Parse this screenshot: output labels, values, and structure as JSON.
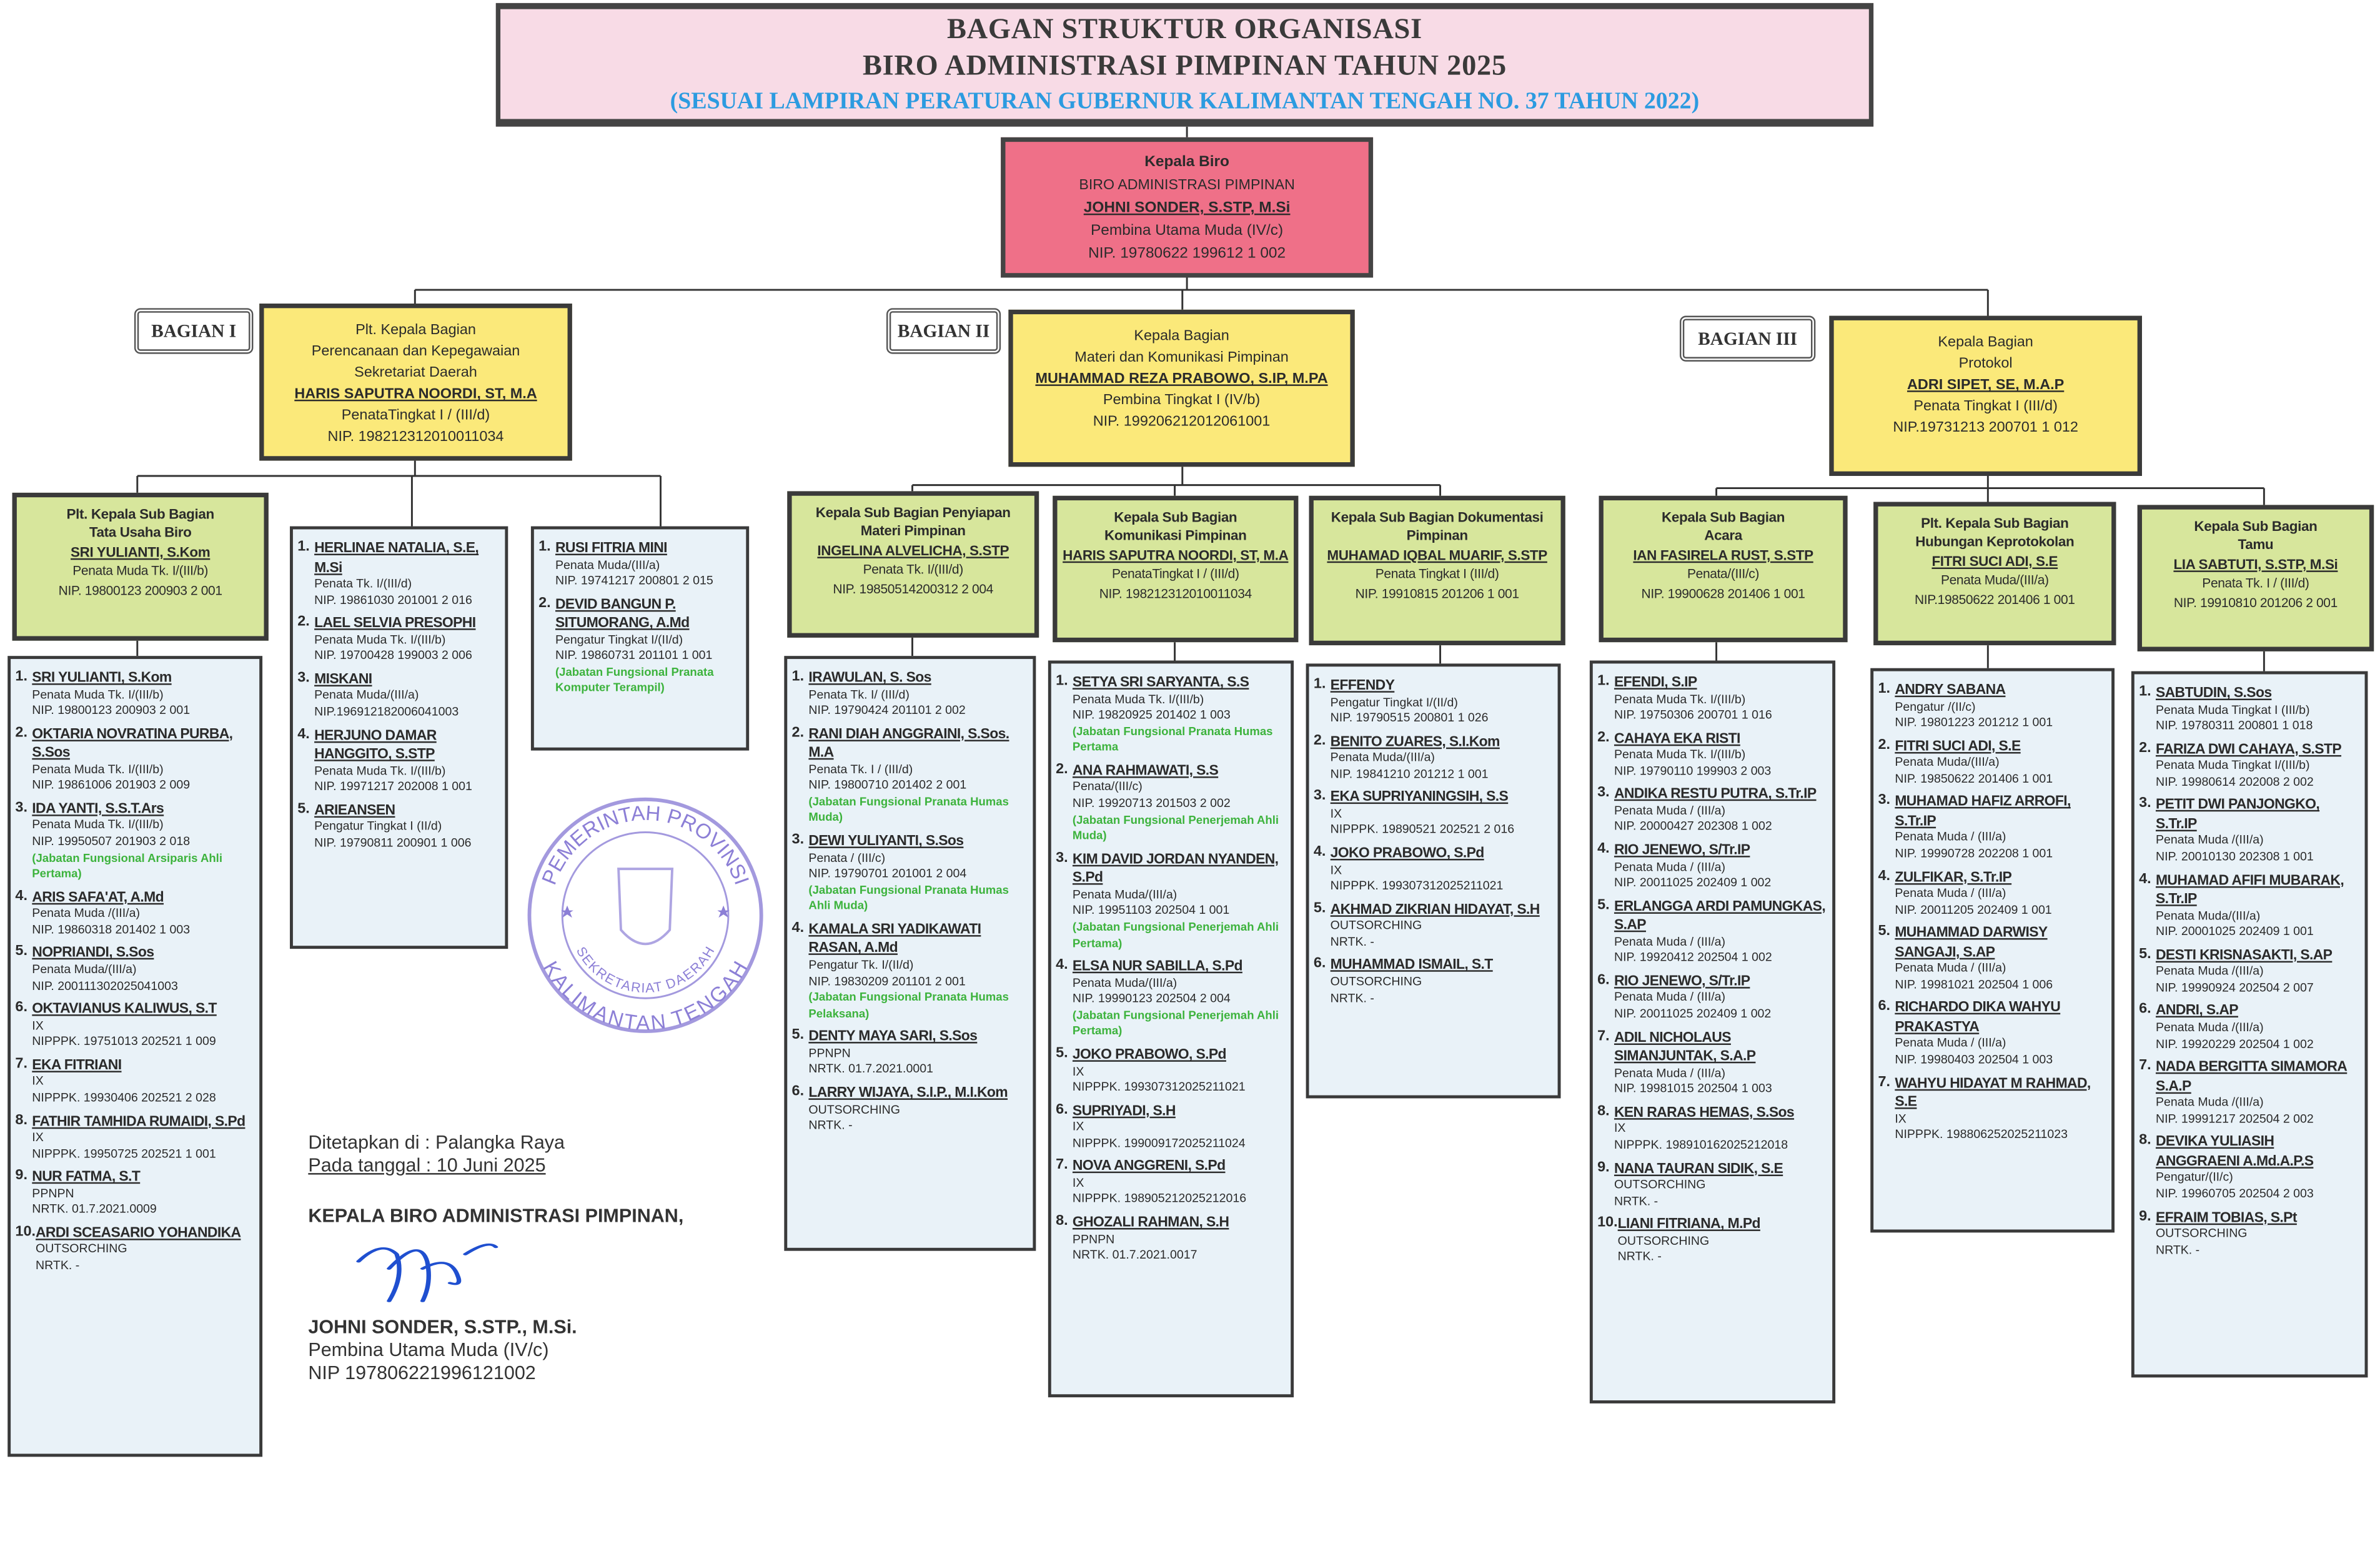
{
  "title": {
    "line1": "BAGAN STRUKTUR ORGANISASI",
    "line2": "BIRO ADMINISTRASI PIMPINAN TAHUN 2025",
    "line3": "(SESUAI LAMPIRAN PERATURAN GUBERNUR KALIMANTAN TENGAH NO. 37 TAHUN 2022)"
  },
  "kepala_biro": {
    "title": "Kepala Biro",
    "unit": "BIRO ADMINISTRASI PIMPINAN",
    "name": "JOHNI SONDER, S.STP, M.Si",
    "rank": "Pembina Utama Muda (IV/c)",
    "nip": "NIP. 19780622 199612 1 002"
  },
  "sections": [
    {
      "label": "BAGIAN I",
      "head": {
        "lines": [
          "Plt. Kepala Bagian",
          "Perencanaan dan Kepegawaian",
          "Sekretariat Daerah"
        ],
        "name": "HARIS SAPUTRA NOORDI, ST, M.A",
        "rank": "PenataTingkat I / (III/d)",
        "nip": "NIP. 198212312010011034"
      },
      "subs": [
        {
          "lines": [
            "Plt. Kepala Sub Bagian",
            "Tata Usaha Biro"
          ],
          "name": "SRI YULIANTI, S.Kom",
          "rank": "Penata Muda Tk. I/(III/b)",
          "nip": "NIP. 19800123 200903 2 001"
        }
      ],
      "lists": [
        {
          "items": [
            {
              "no": "1.",
              "name": "SRI YULIANTI, S.Kom",
              "rank": "Penata Muda Tk. I/(III/b)",
              "nip": "NIP. 19800123 200903 2 001"
            },
            {
              "no": "2.",
              "name": "OKTARIA NOVRATINA PURBA, S.Sos",
              "rank": "Penata Muda Tk. I/(III/b)",
              "nip": "NIP. 19861006 201903 2 009"
            },
            {
              "no": "3.",
              "name": "IDA YANTI, S.S.T.Ars",
              "rank": "Penata Muda Tk. I/(III/b)",
              "nip": "NIP. 19950507 201903 2 018",
              "note": "(Jabatan Fungsional Arsiparis Ahli Pertama)"
            },
            {
              "no": "4.",
              "name": "ARIS SAFA'AT, A.Md",
              "rank": "Penata Muda /(III/a)",
              "nip": "NIP. 19860318 201402 1 003"
            },
            {
              "no": "5.",
              "name": "NOPRIANDI, S.Sos",
              "rank": "Penata Muda/(III/a)",
              "nip": "NIP. 200111302025041003"
            },
            {
              "no": "6.",
              "name": "OKTAVIANUS KALIWUS, S.T",
              "rank": "IX",
              "nip": "NIPPPK. 19751013 202521 1 009"
            },
            {
              "no": "7.",
              "name": "EKA FITRIANI",
              "rank": "IX",
              "nip": "NIPPPK. 19930406 202521 2 028"
            },
            {
              "no": "8.",
              "name": "FATHIR TAMHIDA RUMAIDI, S.Pd",
              "rank": "IX",
              "nip": "NIPPPK. 19950725 202521 1 001"
            },
            {
              "no": "9.",
              "name": "NUR FATMA, S.T",
              "rank": "PPNPN",
              "nip": "NRTK. 01.7.2021.0009"
            },
            {
              "no": "10.",
              "name": "ARDI SCEASARIO YOHANDIKA",
              "rank": "OUTSORCHING",
              "nip": "NRTK. -"
            }
          ]
        },
        {
          "items": [
            {
              "no": "1.",
              "name": "HERLINAE NATALIA, S.E, M.Si",
              "rank": "Penata Tk. I/(III/d)",
              "nip": "NIP. 19861030 201001 2 016"
            },
            {
              "no": "2.",
              "name": "LAEL SELVIA PRESOPHI",
              "rank": "Penata Muda Tk. I/(III/b)",
              "nip": "NIP. 19700428 199003 2 006"
            },
            {
              "no": "3.",
              "name": "MISKANI",
              "rank": "Penata Muda/(III/a)",
              "nip": "NIP.196912182006041003"
            },
            {
              "no": "4.",
              "name": "HERJUNO DAMAR HANGGITO, S.STP",
              "rank": "Penata Muda Tk. I/(III/b)",
              "nip": "NIP. 19971217 202008 1 001"
            },
            {
              "no": "5.",
              "name": "ARIEANSEN",
              "rank": "Pengatur Tingkat I (II/d)",
              "nip": "NIP. 19790811 200901 1 006"
            }
          ]
        },
        {
          "items": [
            {
              "no": "1.",
              "name": "RUSI FITRIA MINI",
              "rank": "Penata Muda/(III/a)",
              "nip": "NIP. 19741217 200801 2 015"
            },
            {
              "no": "2.",
              "name": "DEVID BANGUN P. SITUMORANG, A.Md",
              "rank": "Pengatur Tingkat I/(II/d)",
              "nip": "NIP. 19860731 201101 1 001",
              "note": "(Jabatan Fungsional Pranata Komputer Terampil)"
            }
          ]
        }
      ]
    },
    {
      "label": "BAGIAN II",
      "head": {
        "lines": [
          "Kepala Bagian",
          "Materi dan Komunikasi Pimpinan"
        ],
        "name": "MUHAMMAD REZA  PRABOWO, S.IP, M.PA",
        "rank": "Pembina Tingkat I (IV/b)",
        "nip": "NIP. 199206212012061001"
      },
      "subs": [
        {
          "lines": [
            "Kepala Sub Bagian Penyiapan",
            "Materi Pimpinan"
          ],
          "name": "INGELINA ALVELICHA, S.STP",
          "rank": "Penata Tk. I/(III/d)",
          "nip": "NIP. 19850514200312 2 004"
        },
        {
          "lines": [
            "Kepala Sub Bagian",
            "Komunikasi Pimpinan"
          ],
          "name": "HARIS SAPUTRA NOORDI, ST, M.A",
          "rank": "PenataTingkat I / (III/d)",
          "nip": "NIP. 198212312010011034"
        },
        {
          "lines": [
            "Kepala Sub Bagian  Dokumentasi",
            "Pimpinan"
          ],
          "name": "MUHAMAD IQBAL MUARIF, S.STP",
          "rank": "Penata Tingkat I (III/d)",
          "nip": "NIP. 19910815 201206 1 001"
        }
      ],
      "lists": [
        {
          "items": [
            {
              "no": "1.",
              "name": "IRAWULAN, S. Sos",
              "rank": "Penata Tk. I/ (III/d)",
              "nip": "NIP. 19790424 201101 2 002"
            },
            {
              "no": "2.",
              "name": "RANI DIAH ANGGRAINI, S.Sos. M.A",
              "rank": "Penata Tk. I / (III/d)",
              "nip": "NIP. 19800710 201402 2 001",
              "note": "(Jabatan Fungsional Pranata Humas Muda)"
            },
            {
              "no": "3.",
              "name": "DEWI YULIYANTI, S.Sos",
              "rank": "Penata / (III/c)",
              "nip": "NIP. 19790701 201001 2 004",
              "note": "(Jabatan Fungsional Pranata Humas Ahli Muda)"
            },
            {
              "no": "4.",
              "name": "KAMALA SRI YADIKAWATI RASAN, A.Md",
              "rank": "Pengatur Tk. I/(II/d)",
              "nip": "NIP. 19830209 201101 2 001",
              "note": "(Jabatan Fungsional Pranata Humas Pelaksana)"
            },
            {
              "no": "5.",
              "name": "DENTY MAYA SARI, S.Sos",
              "rank": "PPNPN",
              "nip": "NRTK. 01.7.2021.0001"
            },
            {
              "no": "6.",
              "name": "LARRY WIJAYA, S.I.P., M.I.Kom",
              "rank": "OUTSORCHING",
              "nip": "NRTK. -"
            }
          ]
        },
        {
          "items": [
            {
              "no": "1.",
              "name": "SETYA SRI SARYANTA, S.S",
              "rank": "Penata Muda Tk. I/(III/b)",
              "nip": "NIP. 19820925 201402 1 003",
              "note": "(Jabatan Fungsional Pranata Humas Pertama"
            },
            {
              "no": "2.",
              "name": "ANA RAHMAWATI, S.S",
              "rank": "Penata/(III/c)",
              "nip": "NIP. 19920713 201503 2 002",
              "note": "(Jabatan Fungsional Penerjemah Ahli Muda)"
            },
            {
              "no": "3.",
              "name": "KIM DAVID JORDAN NYANDEN, S.Pd",
              "rank": "Penata Muda/(III/a)",
              "nip": "NIP. 19951103 202504 1 001",
              "note": "(Jabatan Fungsional Penerjemah Ahli Pertama)"
            },
            {
              "no": "4.",
              "name": "ELSA NUR SABILLA, S.Pd",
              "rank": "Penata Muda/(III/a)",
              "nip": "NIP. 19990123 202504 2 004",
              "note": "(Jabatan Fungsional Penerjemah Ahli Pertama)"
            },
            {
              "no": "5.",
              "name": "JOKO PRABOWO, S.Pd",
              "rank": "IX",
              "nip": "NIPPPK. 199307312025211021"
            },
            {
              "no": "6.",
              "name": "SUPRIYADI, S.H",
              "rank": "IX",
              "nip": "NIPPPK. 199009172025211024"
            },
            {
              "no": "7.",
              "name": "NOVA ANGGRENI, S.Pd",
              "rank": "IX",
              "nip": "NIPPPK. 198905212025212016"
            },
            {
              "no": "8.",
              "name": "GHOZALI RAHMAN, S.H",
              "rank": "PPNPN",
              "nip": "NRTK. 01.7.2021.0017"
            }
          ]
        },
        {
          "items": [
            {
              "no": "1.",
              "name": "EFFENDY",
              "rank": "Pengatur Tingkat I/(II/d)",
              "nip": "NIP. 19790515 200801 1 026"
            },
            {
              "no": "2.",
              "name": "BENITO ZUARES, S.I.Kom",
              "rank": "Penata Muda/(III/a)",
              "nip": "NIP. 19841210 201212 1 001"
            },
            {
              "no": "3.",
              "name": "EKA SUPRIYANINGSIH, S.S",
              "rank": "IX",
              "nip": "NIPPPK. 19890521 202521 2 016"
            },
            {
              "no": "4.",
              "name": "JOKO PRABOWO, S.Pd",
              "rank": "IX",
              "nip": "NIPPPK. 199307312025211021"
            },
            {
              "no": "5.",
              "name": "AKHMAD ZIKRIAN HIDAYAT, S.H",
              "rank": "OUTSORCHING",
              "nip": "NRTK. -"
            },
            {
              "no": "6.",
              "name": "MUHAMMAD ISMAIL, S.T",
              "rank": "OUTSORCHING",
              "nip": "NRTK. -"
            }
          ]
        }
      ]
    },
    {
      "label": "BAGIAN III",
      "head": {
        "lines": [
          "Kepala Bagian",
          "Protokol"
        ],
        "name": "ADRI SIPET, SE, M.A.P",
        "rank": "Penata Tingkat I (III/d)",
        "nip": "NIP.19731213 200701 1 012"
      },
      "subs": [
        {
          "lines": [
            "Kepala Sub Bagian",
            "Acara"
          ],
          "name": "IAN FASIRELA RUST, S.STP",
          "rank": "Penata/(III/c)",
          "nip": "NIP. 19900628 201406 1 001"
        },
        {
          "lines": [
            "Plt. Kepala Sub Bagian",
            "Hubungan Keprotokolan"
          ],
          "name": "FITRI SUCI ADI, S.E",
          "rank": "Penata Muda/(III/a)",
          "nip": "NIP.19850622 201406 1 001"
        },
        {
          "lines": [
            "Kepala Sub Bagian",
            "Tamu"
          ],
          "name": "LIA SABTUTI, S.STP, M.Si",
          "rank": "Penata Tk. I / (III/d)",
          "nip": "NIP. 19910810 201206 2 001"
        }
      ],
      "lists": [
        {
          "items": [
            {
              "no": "1.",
              "name": "EFENDI, S.IP",
              "rank": "Penata Muda Tk. I/(III/b)",
              "nip": "NIP. 19750306 200701 1 016"
            },
            {
              "no": "2.",
              "name": "CAHAYA EKA RISTI",
              "rank": "Penata Muda Tk. I/(III/b)",
              "nip": "NIP. 19790110 199903 2 003"
            },
            {
              "no": "3.",
              "name": "ANDIKA RESTU PUTRA, S.Tr.IP",
              "rank": "Penata Muda / (III/a)",
              "nip": "NIP. 20000427 202308 1 002"
            },
            {
              "no": "4.",
              "name": "RIO JENEWO, S/Tr.IP",
              "rank": "Penata Muda / (III/a)",
              "nip": "NIP. 20011025 202409 1 002"
            },
            {
              "no": "5.",
              "name": "ERLANGGA ARDI PAMUNGKAS, S.AP",
              "rank": "Penata Muda / (III/a)",
              "nip": "NIP. 19920412 202504 1 002"
            },
            {
              "no": "6.",
              "name": "RIO JENEWO, S/Tr.IP",
              "rank": "Penata Muda / (III/a)",
              "nip": "NIP. 20011025 202409 1 002"
            },
            {
              "no": "7.",
              "name": "ADIL NICHOLAUS SIMANJUNTAK, S.A.P",
              "rank": "Penata Muda / (III/a)",
              "nip": "NIP. 19981015 202504 1 003"
            },
            {
              "no": "8.",
              "name": "KEN RARAS HEMAS, S.Sos",
              "rank": "IX",
              "nip": "NIPPPK. 198910162025212018"
            },
            {
              "no": "9.",
              "name": "NANA TAURAN SIDIK, S.E",
              "rank": "OUTSORCHING",
              "nip": "NRTK. -"
            },
            {
              "no": "10.",
              "name": "LIANI FITRIANA, M.Pd",
              "rank": "OUTSORCHING",
              "nip": "NRTK. -"
            }
          ]
        },
        {
          "items": [
            {
              "no": "1.",
              "name": "ANDRY SABANA",
              "rank": "Pengatur /(II/c)",
              "nip": "NIP. 19801223 201212 1 001"
            },
            {
              "no": "2.",
              "name": "FITRI SUCI ADI, S.E",
              "rank": "Penata Muda/(III/a)",
              "nip": "NIP. 19850622 201406 1 001"
            },
            {
              "no": "3.",
              "name": "MUHAMAD HAFIZ ARROFI, S.Tr.IP",
              "rank": "Penata Muda / (III/a)",
              "nip": "NIP. 19990728 202208 1 001"
            },
            {
              "no": "4.",
              "name": "ZULFIKAR, S.Tr.IP",
              "rank": "Penata Muda / (III/a)",
              "nip": "NIP. 20011205 202409 1 001"
            },
            {
              "no": "5.",
              "name": "MUHAMMAD DARWISY SANGAJI, S.AP",
              "rank": "Penata Muda / (III/a)",
              "nip": "NIP. 19981021 202504 1 006"
            },
            {
              "no": "6.",
              "name": "RICHARDO DIKA WAHYU PRAKASTYA",
              "rank": "Penata Muda / (III/a)",
              "nip": "NIP. 19980403 202504 1 003"
            },
            {
              "no": "7.",
              "name": "WAHYU HIDAYAT M RAHMAD, S.E",
              "rank": "IX",
              "nip": "NIPPPK. 198806252025211023"
            }
          ]
        },
        {
          "items": [
            {
              "no": "1.",
              "name": "SABTUDIN, S.Sos",
              "rank": "Penata Muda Tingkat I (III/b)",
              "nip": "NIP. 19780311 200801 1 018"
            },
            {
              "no": "2.",
              "name": "FARIZA DWI CAHAYA, S.STP",
              "rank": "Penata Muda Tingkat I/(III/b)",
              "nip": "NIP. 19980614 202008 2 002"
            },
            {
              "no": "3.",
              "name": "PETIT DWI PANJONGKO, S.Tr.IP",
              "rank": "Penata Muda /(III/a)",
              "nip": "NIP. 20010130 202308 1 001"
            },
            {
              "no": "4.",
              "name": "MUHAMAD AFIFI MUBARAK, S.Tr.IP",
              "rank": "Penata Muda/(III/a)",
              "nip": "NIP. 20001025 202409 1 001"
            },
            {
              "no": "5.",
              "name": "DESTI KRISNASAKTI, S.AP",
              "rank": "Penata Muda /(III/a)",
              "nip": "NIP. 19990924 202504 2 007"
            },
            {
              "no": "6.",
              "name": "ANDRI, S.AP",
              "rank": "Penata Muda /(III/a)",
              "nip": "NIP. 19920229 202504 1 002"
            },
            {
              "no": "7.",
              "name": "NADA BERGITTA SIMAMORA S.A.P",
              "rank": "Penata Muda /(III/a)",
              "nip": "NIP. 19991217 202504 2 002"
            },
            {
              "no": "8.",
              "name": "DEVIKA YULIASIH ANGGRAENI A.Md.A.P.S",
              "rank": "Pengatur/(II/c)",
              "nip": "NIP. 19960705 202504 2 003"
            },
            {
              "no": "9.",
              "name": "EFRAIM TOBIAS, S.Pt",
              "rank": "OUTSORCHING",
              "nip": "NRTK. -"
            }
          ]
        }
      ]
    }
  ],
  "signature": {
    "place": "Ditetapkan di : Palangka Raya",
    "date": "Pada tanggal : 10 Juni 2025",
    "position": "KEPALA BIRO ADMINISTRASI PIMPINAN,",
    "name": "JOHNI SONDER, S.STP., M.Si.",
    "rank": "Pembina Utama Muda (IV/c)",
    "nip": "NIP 197806221996121002"
  },
  "stamp": {
    "top_text": "PEMERINTAH PROVINSI",
    "bottom_text": "KALIMANTAN TENGAH",
    "inner_text": "SEKRETARIAT DAERAH"
  },
  "colors": {
    "title_bg": "#f8dbe6",
    "biro_bg": "#ef7088",
    "head_bg": "#fbe97a",
    "sub_bg": "#d7e69c",
    "list_bg": "#e9f2f8",
    "note_green": "#3db33d",
    "subtitle_blue": "#2c9be0",
    "stamp_purple": "#8c7fd6"
  }
}
